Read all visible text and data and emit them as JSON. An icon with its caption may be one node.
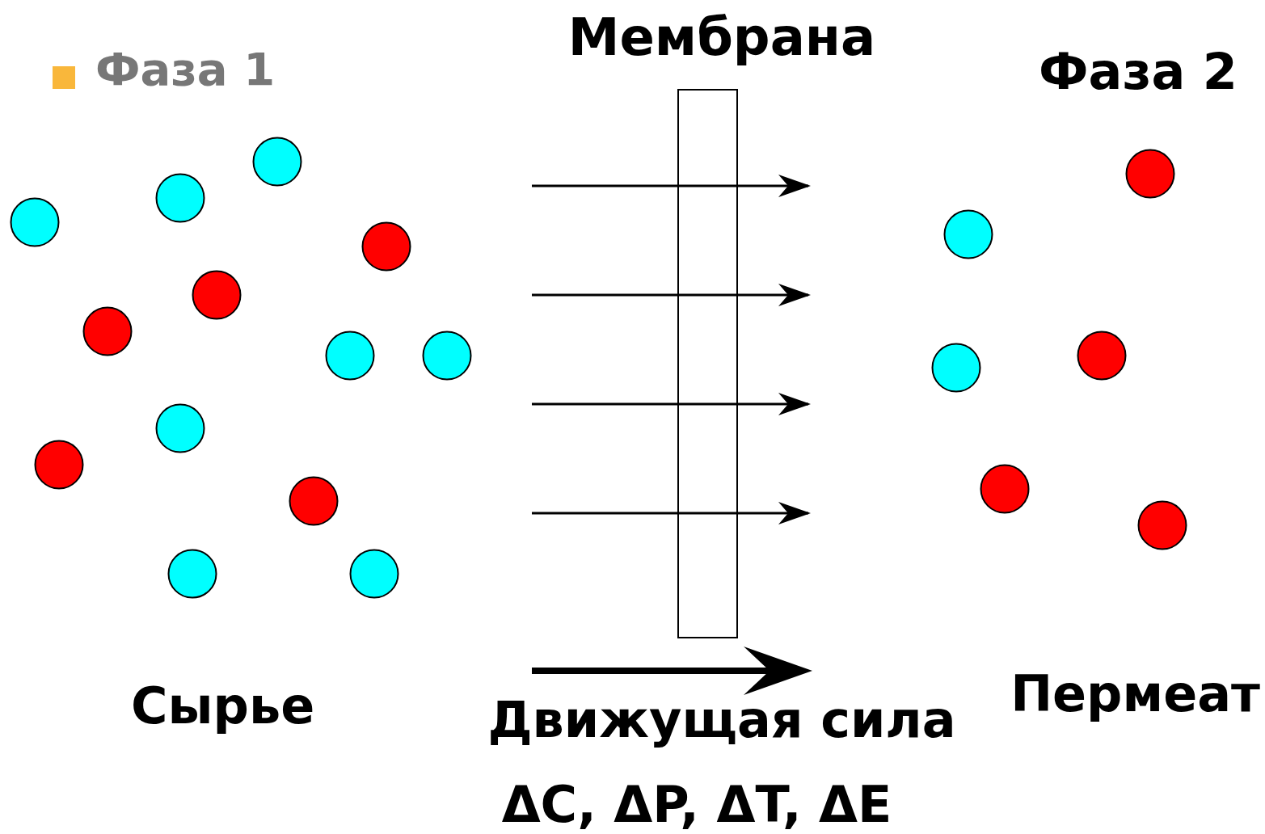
{
  "diagram": {
    "nodes": [
      {
        "text": [
          "Мембрана"
        ]
      }
    ],
    "labels": [
      "Фаза 1",
      "Фаза 2",
      "Пермеат",
      "Сырье",
      "Движущая сила",
      "ΔC, ΔP, ΔT, ΔE"
    ]
  }
}
